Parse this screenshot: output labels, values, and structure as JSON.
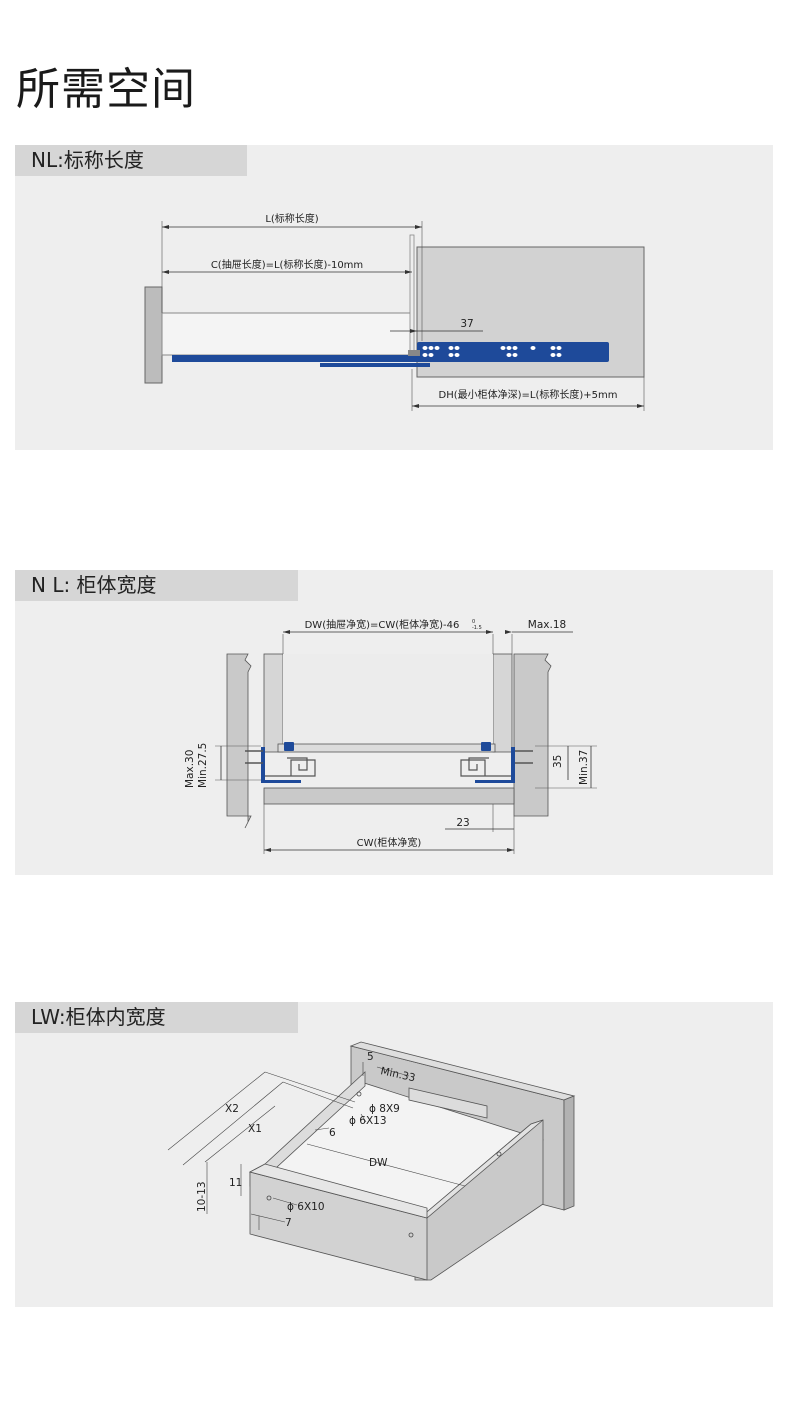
{
  "page": {
    "title": "所需空间"
  },
  "sections": [
    {
      "tab": "NL:标称长度",
      "labels": {
        "L": "L(标称长度)",
        "C": "C(抽屉长度)=L(标称长度)-10mm",
        "d37": "37",
        "DH": "DH(最小柜体净深)=L(标称长度)+5mm"
      }
    },
    {
      "tab": "N L:  柜体宽度",
      "labels": {
        "DW": "DW(抽屉净宽)=CW(柜体净宽)-46",
        "tol_plus": "0",
        "tol_minus": "-1.5",
        "max18": "Max.18",
        "max30": "Max.30",
        "min275": "Min.27.5",
        "d35": "35",
        "min37": "Min.37",
        "d23": "23",
        "CW": "CW(柜体净宽)"
      }
    },
    {
      "tab": "LW:柜体内宽度",
      "labels": {
        "d5": "5",
        "min33": "Min.33",
        "phi8x9": "ϕ 8X9",
        "phi6x13": "ϕ 6X13",
        "X2": "X2",
        "X1": "X1",
        "d6": "6",
        "DW": "DW",
        "d11": "11",
        "d10_13": "10-13",
        "phi6x10": "ϕ 6X10",
        "d7": "7"
      }
    }
  ],
  "colors": {
    "slide_blue": "#1e4a9a",
    "panel_gray": "#c9c9c9",
    "background_gray": "#eeeeee",
    "tab_gray": "#d6d6d6"
  }
}
